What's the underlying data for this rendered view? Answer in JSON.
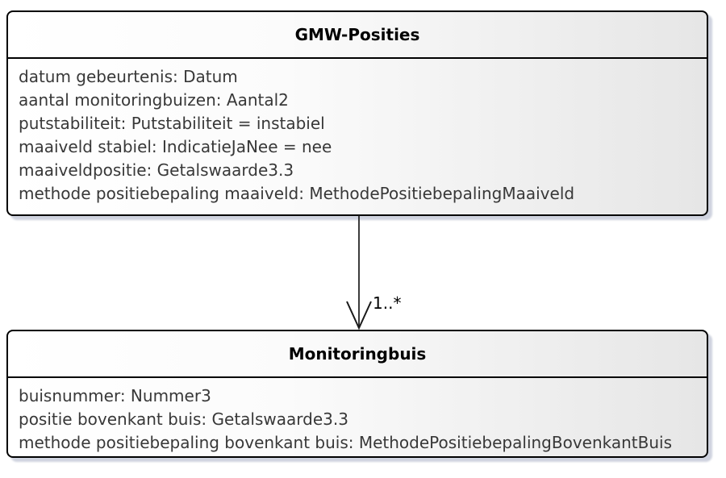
{
  "diagram": {
    "type": "uml-class-diagram",
    "classes": {
      "gmw": {
        "title": "GMW-Posities",
        "attributes": [
          "datum gebeurtenis: Datum",
          "aantal monitoringbuizen: Aantal2",
          "putstabiliteit: Putstabiliteit = instabiel",
          "maaiveld stabiel: IndicatieJaNee = nee",
          "maaiveldpositie: Getalswaarde3.3",
          "methode positiebepaling maaiveld: MethodePositiebepalingMaaiveld"
        ]
      },
      "monitoringbuis": {
        "title": "Monitoringbuis",
        "attributes": [
          "buisnummer: Nummer3",
          "positie bovenkant buis: Getalswaarde3.3",
          "methode positiebepaling bovenkant buis: MethodePositiebepalingBovenkantBuis"
        ]
      }
    },
    "association": {
      "source": "GMW-Posities",
      "target": "Monitoringbuis",
      "arrowhead": "open-arrow",
      "multiplicity": "1..*"
    },
    "colors": {
      "node_border": "#000000",
      "node_fill_left": "#ffffff",
      "node_fill_right": "#e6e6e6",
      "node_shadow": "#cfd3df",
      "title_text": "#000000",
      "attribute_text": "#383838",
      "connector": "#1a1a1a"
    }
  }
}
